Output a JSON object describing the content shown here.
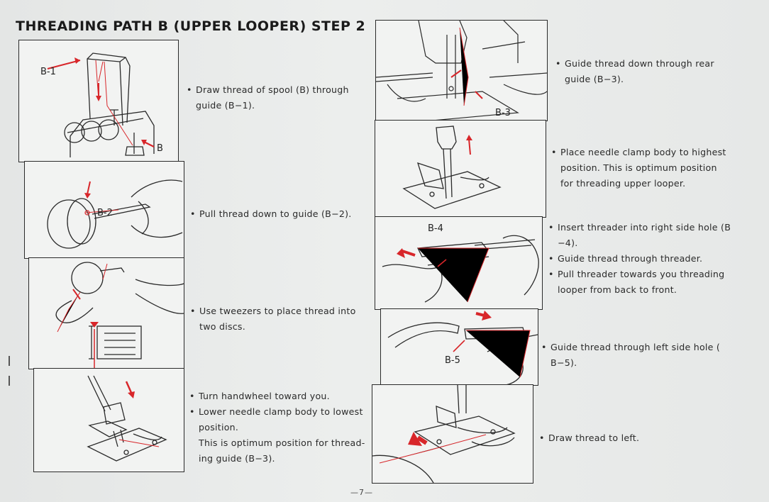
{
  "page": {
    "title": "THREADING PATH B (UPPER LOOPER) STEP 2",
    "page_number": "—7—"
  },
  "labels": {
    "b1": "B-1",
    "b": "B",
    "b2": "B-2",
    "b3": "B-3",
    "b4": "B-4",
    "b5": "B-5"
  },
  "steps": {
    "s1": [
      "Draw thread of spool (B) through",
      "guide (B−1)."
    ],
    "s2": [
      "Pull thread down to guide (B−2)."
    ],
    "s3": [
      "Use tweezers to place thread into",
      "two discs."
    ],
    "s4": {
      "a": "Turn handwheel toward you.",
      "b": [
        "Lower needle clamp body to lowest",
        "position."
      ],
      "c": [
        "This is optimum position for thread-",
        "ing guide (B−3)."
      ]
    },
    "s5": [
      "Guide thread down through rear",
      "guide (B−3)."
    ],
    "s6": [
      "Place needle clamp body to highest",
      "position. This is optimum position",
      "for threading upper looper."
    ],
    "s7": {
      "a": [
        "Insert threader into right side hole (B",
        "−4)."
      ],
      "b": "Guide thread through threader.",
      "c": [
        "Pull threader towards you threading",
        "looper from back to front."
      ]
    },
    "s8": [
      "Guide thread through left side hole (",
      "B−5)."
    ],
    "s9": [
      "Draw thread to left."
    ]
  },
  "colors": {
    "thread": "#d8262a",
    "ink": "#2a2a2a"
  }
}
